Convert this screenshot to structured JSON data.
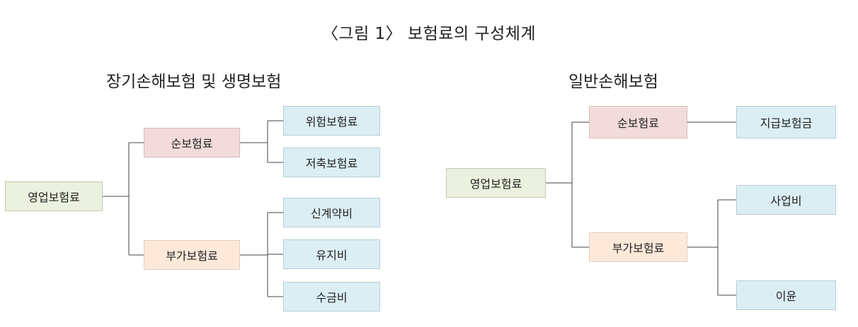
{
  "title": "〈그림 1〉 보험료의 구성체계",
  "left": {
    "heading": "장기손해보험 및 생명보험",
    "root": "영업보험료",
    "net": "순보험료",
    "loading": "부가보험료",
    "risk": "위험보험료",
    "saving": "저축보험료",
    "new_contract": "신계약비",
    "maintenance": "유지비",
    "collection": "수금비"
  },
  "right": {
    "heading": "일반손해보험",
    "root": "영업보험료",
    "net": "순보험료",
    "loading": "부가보험료",
    "claims": "지급보험금",
    "expense": "사업비",
    "profit": "이윤"
  },
  "colors": {
    "root": "#ebf1de",
    "net": "#f2dcdb",
    "loading": "#fde9d9",
    "leaf": "#dbeef4"
  }
}
